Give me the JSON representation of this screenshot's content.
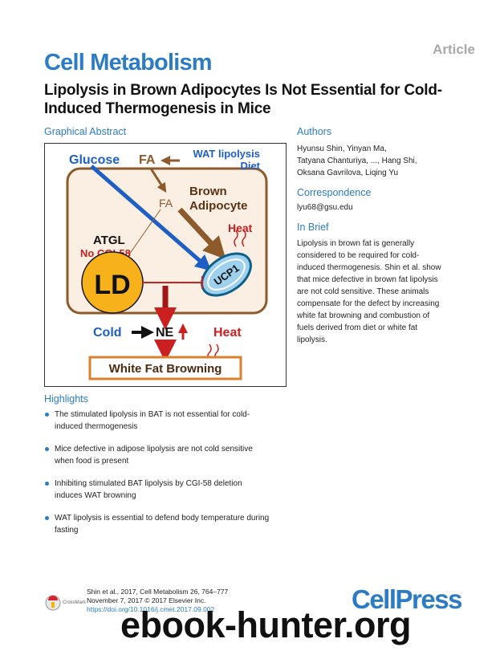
{
  "header": {
    "article_tag": "Article",
    "journal": "Cell Metabolism",
    "title": "Lipolysis in Brown Adipocytes Is Not Essential for Cold-Induced Thermogenesis in Mice"
  },
  "graphical_abstract": {
    "heading": "Graphical Abstract",
    "labels": {
      "glucose": "Glucose",
      "fa_top": "FA",
      "wat_lipolysis": "WAT lipolysis",
      "diet": "Diet",
      "fa_inner": "FA",
      "brown": "Brown",
      "adipocyte": "Adipocyte",
      "heat_cell": "Heat",
      "atgl": "ATGL",
      "no_cgi58": "No CGI-58",
      "ld": "LD",
      "ucp1": "UCP1",
      "cold": "Cold",
      "ne": "NE",
      "heat_bottom": "Heat",
      "white_fat_browning": "White Fat Browning"
    },
    "colors": {
      "blue": "#1e5fc6",
      "brown": "#8c5a2b",
      "red": "#cc1f1f",
      "cell_fill": "#fbeee2",
      "ld_fill": "#f7b21b",
      "ucp1_fill": "#9ed1ee",
      "browning_border": "#d9822b"
    }
  },
  "authors": {
    "heading": "Authors",
    "lines": [
      "Hyunsu Shin, Yinyan Ma,",
      "Tatyana Chanturiya, ..., Hang Shi,",
      "Oksana Gavrilova, Liqing Yu"
    ]
  },
  "correspondence": {
    "heading": "Correspondence",
    "email": "lyu68@gsu.edu"
  },
  "in_brief": {
    "heading": "In Brief",
    "lines": [
      "Lipolysis in brown fat is generally",
      "considered to be required for cold-",
      "induced thermogenesis. Shin et al. show",
      "that mice defective in brown fat lipolysis",
      "are not cold sensitive. These animals",
      "compensate for the defect by increasing",
      "white fat browning and combustion of",
      "fuels derived from diet or white fat",
      "lipolysis."
    ]
  },
  "highlights": {
    "heading": "Highlights",
    "items": [
      [
        "The stimulated lipolysis in BAT is not essential for cold-",
        "induced thermogenesis"
      ],
      [
        "Mice defective in adipose lipolysis are not cold sensitive",
        "when food is present"
      ],
      [
        "Inhibiting stimulated BAT lipolysis by CGI-58 deletion",
        "induces WAT browning"
      ],
      [
        "WAT lipolysis is essential to defend body temperature during",
        "fasting"
      ]
    ]
  },
  "footer": {
    "citation": "Shin et al., 2017, Cell Metabolism 26, 764–777",
    "date_line": "November 7, 2017 © 2017 Elsevier Inc.",
    "doi": "https://doi.org/10.1016/j.cmet.2017.09.002",
    "crossmark": "CrossMark",
    "cellpress": "CellPress",
    "watermark": "ebook-hunter.org"
  }
}
